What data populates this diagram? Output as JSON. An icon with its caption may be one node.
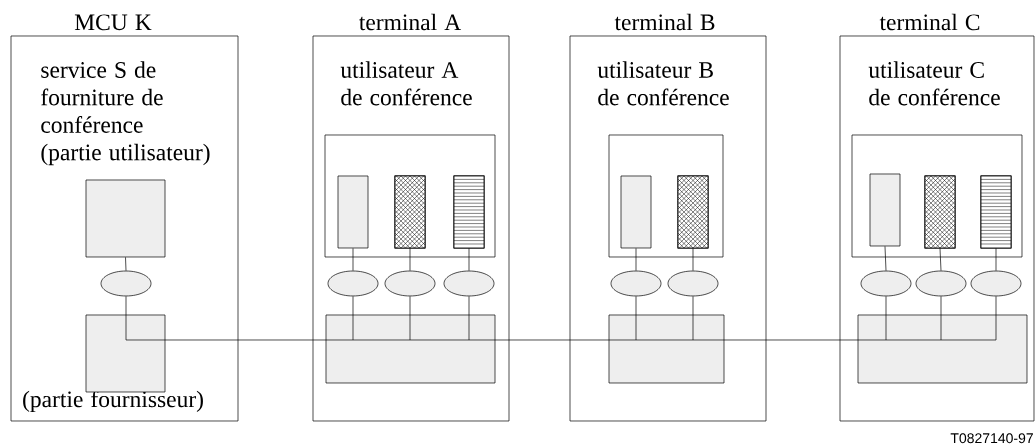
{
  "diagram": {
    "nodes": [
      {
        "text": [
          "MCU K",
          "service S de fourniture de conférence (partie utilisateur)",
          "(partie fournisseur)"
        ]
      },
      {
        "text": [],
        "shape": "box",
        "in": 0
      },
      {
        "text": [],
        "shape": "ellipse",
        "in": 0
      },
      {
        "text": [],
        "shape": "box",
        "in": 0
      },
      {
        "text": [
          "terminal A",
          "utilisateur A de conférence"
        ]
      },
      {
        "text": [],
        "shape": "box",
        "in": 4
      },
      {
        "text": [],
        "shape": "bar",
        "in": 5
      },
      {
        "text": [],
        "shape": "bar",
        "in": 5
      },
      {
        "text": [],
        "shape": "bar",
        "in": 5
      },
      {
        "text": [],
        "shape": "ellipse",
        "in": 4
      },
      {
        "text": [],
        "shape": "ellipse",
        "in": 4
      },
      {
        "text": [],
        "shape": "ellipse",
        "in": 4
      },
      {
        "text": [],
        "shape": "box",
        "in": 4
      },
      {
        "text": [
          "terminal B",
          "utilisateur B de conférence"
        ]
      },
      {
        "text": [],
        "shape": "box",
        "in": 13
      },
      {
        "text": [],
        "shape": "bar",
        "in": 14
      },
      {
        "text": [],
        "shape": "bar",
        "in": 14
      },
      {
        "text": [],
        "shape": "ellipse",
        "in": 13
      },
      {
        "text": [],
        "shape": "ellipse",
        "in": 13
      },
      {
        "text": [],
        "shape": "box",
        "in": 13
      },
      {
        "text": [
          "terminal C",
          "utilisateur C de conférence"
        ]
      },
      {
        "text": [],
        "shape": "box",
        "in": 20
      },
      {
        "text": [],
        "shape": "bar",
        "in": 21
      },
      {
        "text": [],
        "shape": "bar",
        "in": 21
      },
      {
        "text": [],
        "shape": "bar",
        "in": 21
      },
      {
        "text": [],
        "shape": "ellipse",
        "in": 20
      },
      {
        "text": [],
        "shape": "ellipse",
        "in": 20
      },
      {
        "text": [],
        "shape": "ellipse",
        "in": 20
      },
      {
        "text": [],
        "shape": "box",
        "in": 20
      }
    ],
    "edges": [
      {
        "from": 1,
        "to": 2,
        "arrow": "none"
      },
      {
        "from": 2,
        "to": 3,
        "arrow": "none"
      },
      {
        "from": 6,
        "to": 9,
        "arrow": "none"
      },
      {
        "from": 7,
        "to": 10,
        "arrow": "none"
      },
      {
        "from": 8,
        "to": 11,
        "arrow": "none"
      },
      {
        "from": 9,
        "to": 12,
        "arrow": "none"
      },
      {
        "from": 10,
        "to": 12,
        "arrow": "none"
      },
      {
        "from": 11,
        "to": 12,
        "arrow": "none"
      },
      {
        "from": 15,
        "to": 17,
        "arrow": "none"
      },
      {
        "from": 16,
        "to": 18,
        "arrow": "none"
      },
      {
        "from": 17,
        "to": 19,
        "arrow": "none"
      },
      {
        "from": 18,
        "to": 19,
        "arrow": "none"
      },
      {
        "from": 22,
        "to": 25,
        "arrow": "none"
      },
      {
        "from": 23,
        "to": 26,
        "arrow": "none"
      },
      {
        "from": 24,
        "to": 27,
        "arrow": "none"
      },
      {
        "from": 25,
        "to": 28,
        "arrow": "none"
      },
      {
        "from": 26,
        "to": 28,
        "arrow": "none"
      },
      {
        "from": 27,
        "to": 28,
        "arrow": "none"
      },
      {
        "from": 3,
        "to": 12,
        "arrow": "none"
      },
      {
        "from": 12,
        "to": 19,
        "arrow": "none"
      },
      {
        "from": 19,
        "to": 28,
        "arrow": "none"
      }
    ],
    "labels": [
      "T0827140-97"
    ]
  }
}
